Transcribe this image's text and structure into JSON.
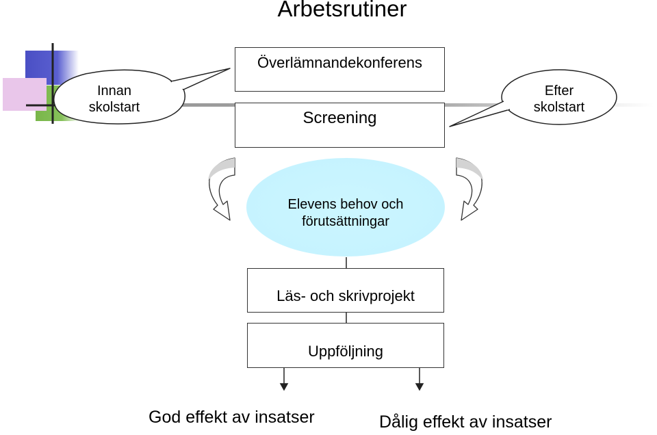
{
  "title": "Arbetsrutiner",
  "boxes": {
    "handover": "Överlämnandekonferens",
    "screening": "Screening",
    "project": "Läs- och skrivprojekt",
    "followup": "Uppföljning"
  },
  "bubbles": {
    "before": [
      "Innan",
      "skolstart"
    ],
    "after": [
      "Efter",
      "skolstart"
    ]
  },
  "center": [
    "Elevens behov och",
    "förutsättningar"
  ],
  "outcomes": {
    "good": "God effekt av insatser",
    "bad": "Dålig effekt av insatser"
  },
  "colors": {
    "deco_blue": "#4a4fc4",
    "deco_green": "#79b64a",
    "deco_pink": "#e9c6ea",
    "center_fill": "#ccf6ff",
    "curved_arrow_fill": "#d3d3d3"
  }
}
